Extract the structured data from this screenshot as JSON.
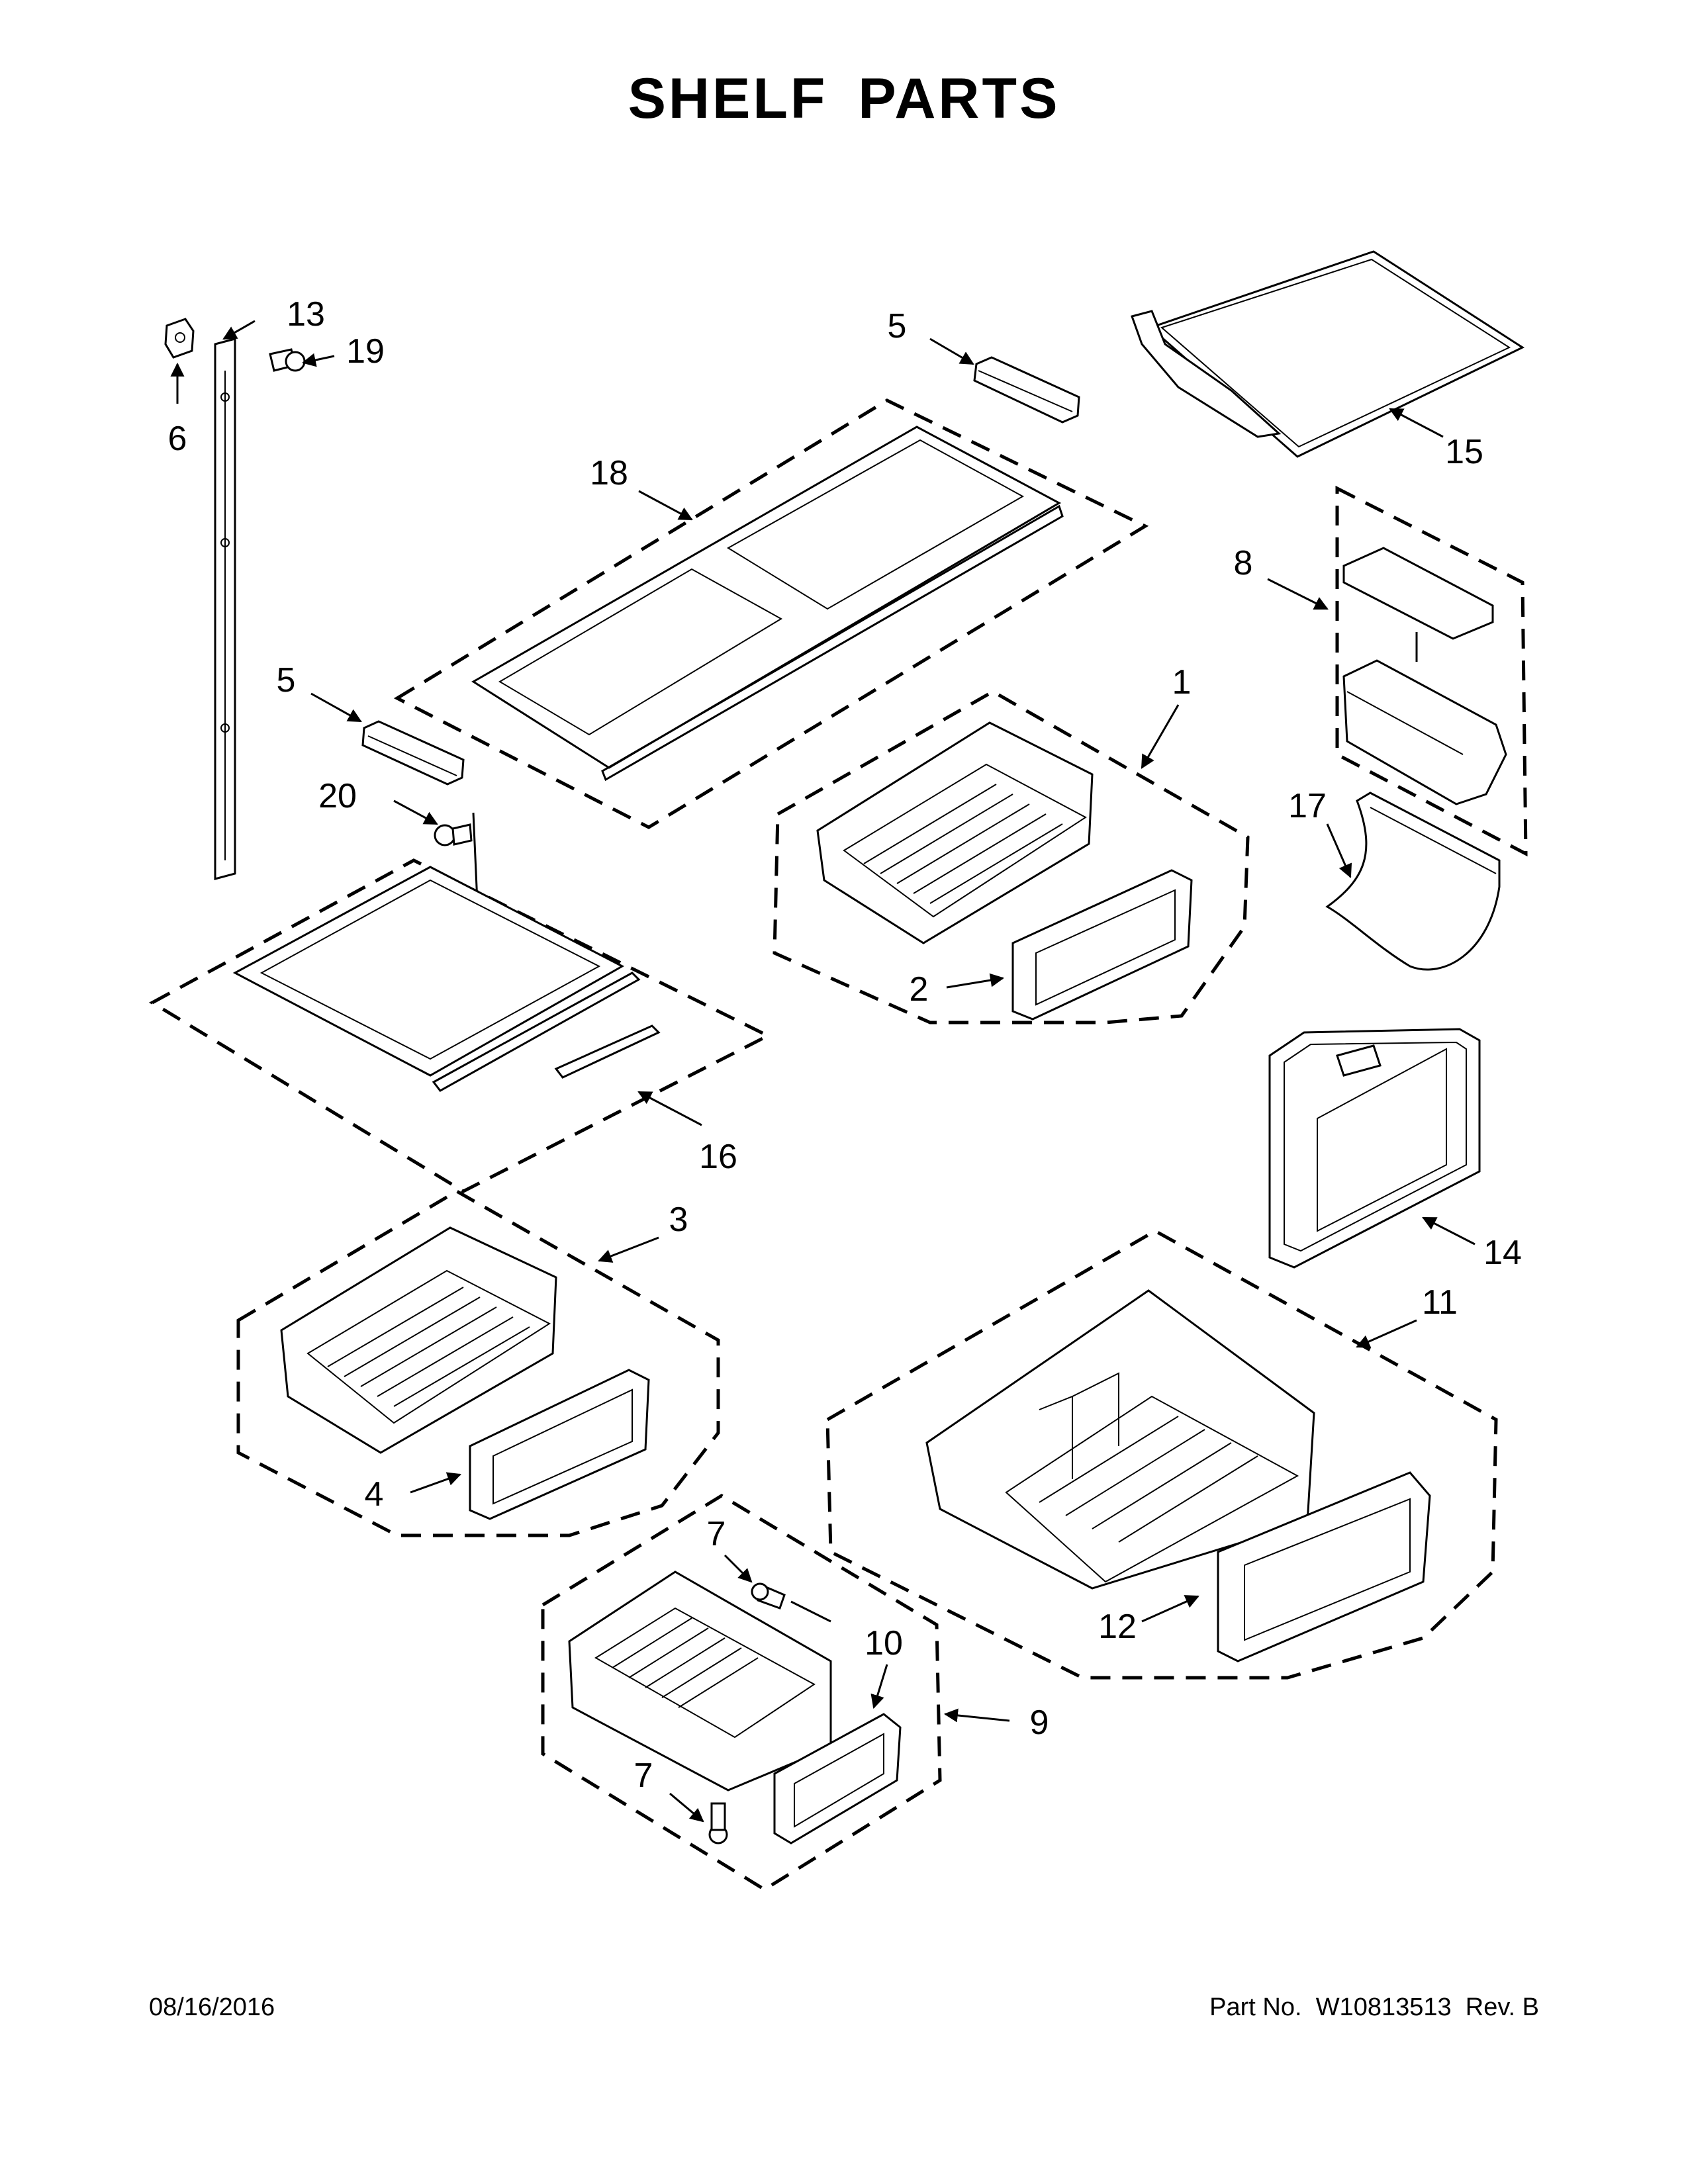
{
  "title": "SHELF PARTS",
  "footer": {
    "date": "08/16/2016",
    "part_label": "Part No.",
    "part_number": "W10813513",
    "rev_label": "Rev.",
    "rev": "B"
  },
  "callouts": {
    "c1": "1",
    "c2": "2",
    "c3": "3",
    "c4": "4",
    "c5a": "5",
    "c5b": "5",
    "c6": "6",
    "c7a": "7",
    "c7b": "7",
    "c8": "8",
    "c9": "9",
    "c10": "10",
    "c11": "11",
    "c12": "12",
    "c13": "13",
    "c14": "14",
    "c15": "15",
    "c16": "16",
    "c17": "17",
    "c18": "18",
    "c19": "19",
    "c20": "20"
  }
}
